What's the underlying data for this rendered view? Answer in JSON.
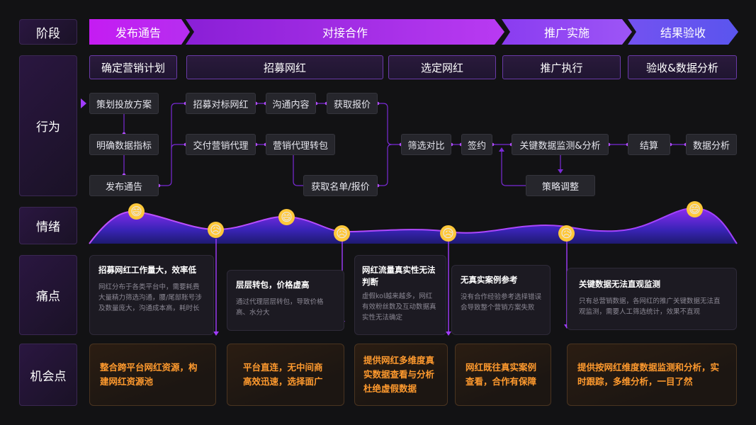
{
  "rows": {
    "stage": "阶段",
    "behavior": "行为",
    "emotion": "情绪",
    "pain": "痛点",
    "opportunity": "机会点"
  },
  "stages": [
    "发布通告",
    "对接合作",
    "推广实施",
    "结果验收"
  ],
  "substages": [
    "确定营销计划",
    "招募网红",
    "选定网红",
    "推广执行",
    "验收&数据分析"
  ],
  "nodes": {
    "plan": "策划投放方案",
    "indicator": "明确数据指标",
    "publish": "发布通告",
    "recruit": "招募对标网红",
    "agent": "交付营销代理",
    "communicate": "沟通内容",
    "sublet": "营销代理转包",
    "quote": "获取报价",
    "list": "获取名单/报价",
    "filter": "筛选对比",
    "sign": "签约",
    "monitor": "关键数据监测&分析",
    "adjust": "策略调整",
    "settle": "结算",
    "analysis": "数据分析"
  },
  "emotions": [
    "happy",
    "sad",
    "happy",
    "sad",
    "sad",
    "sad",
    "happy"
  ],
  "pains": [
    {
      "title": "招募网红工作量大，效率低",
      "desc": "网红分布于各类平台中，需要耗费大量精力筛选沟通，腰/尾部账号涉及数量庞大，沟通成本高，耗时长"
    },
    {
      "title": "层层转包，价格虚高",
      "desc": "通过代理层层转包，导致价格高、水分大"
    },
    {
      "title": "网红流量真实性无法判断",
      "desc": "虚假kol越来越多，网红有效粉丝数及互动数据真实性无法确定"
    },
    {
      "title": "无真实案例参考",
      "desc": "没有合作经验参考选择错误会导致整个营销方案失败"
    },
    {
      "title": "关键数据无法直观监测",
      "desc": "只有总营销数据，各网红的推广关键数据无法直观监测，需要人工筛选统计，效果不直观"
    }
  ],
  "opportunities": [
    "整合跨平台网红资源，构建网红资源池",
    "平台直连，无中间商高效迅速，选择面广",
    "提供网红多维度真实数据查看与分析杜绝虚假数据",
    "网红既往真实案例查看，合作有保障",
    "提供按网红维度数据监测和分析，实时跟踪，多维分析，一目了然"
  ],
  "colors": {
    "accent_start": "#c21ef0",
    "accent_end": "#7b4dff",
    "opportunity": "#ff9a2e",
    "background": "#121214"
  }
}
